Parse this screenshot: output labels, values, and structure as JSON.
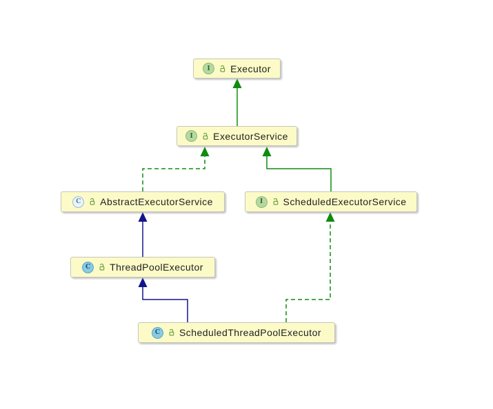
{
  "diagram": {
    "kind": "uml-class-diagram",
    "subject": "java.util.concurrent Executor hierarchy"
  },
  "colors": {
    "interface_edge": "#0f8c0f",
    "class_edge": "#14148c",
    "node_fill": "#fcfbc8",
    "node_border": "#c6c6ba",
    "interface_icon": "#b5d9a2",
    "class_icon": "#8acbe4",
    "lock_icon": "#6fa243"
  },
  "nodes": [
    {
      "id": "executor",
      "label": "Executor",
      "kind": "interface",
      "icon_letter": "I",
      "visibility": "public"
    },
    {
      "id": "executor-service",
      "label": "ExecutorService",
      "kind": "interface",
      "icon_letter": "I",
      "visibility": "public"
    },
    {
      "id": "abstract-executor-service",
      "label": "AbstractExecutorService",
      "kind": "abstract-class",
      "icon_letter": "C",
      "visibility": "public"
    },
    {
      "id": "scheduled-executor-service",
      "label": "ScheduledExecutorService",
      "kind": "interface",
      "icon_letter": "I",
      "visibility": "public"
    },
    {
      "id": "thread-pool-executor",
      "label": "ThreadPoolExecutor",
      "kind": "class",
      "icon_letter": "C",
      "visibility": "public"
    },
    {
      "id": "scheduled-thread-pool-executor",
      "label": "ScheduledThreadPoolExecutor",
      "kind": "class",
      "icon_letter": "C",
      "visibility": "public"
    }
  ],
  "edges": [
    {
      "from": "ExecutorService",
      "to": "Executor",
      "relation": "extends",
      "line": "solid",
      "color": "#0f8c0f"
    },
    {
      "from": "AbstractExecutorService",
      "to": "ExecutorService",
      "relation": "implements",
      "line": "dashed",
      "color": "#0f8c0f"
    },
    {
      "from": "ScheduledExecutorService",
      "to": "ExecutorService",
      "relation": "extends",
      "line": "solid",
      "color": "#0f8c0f"
    },
    {
      "from": "ThreadPoolExecutor",
      "to": "AbstractExecutorService",
      "relation": "extends",
      "line": "solid",
      "color": "#14148c"
    },
    {
      "from": "ScheduledThreadPoolExecutor",
      "to": "ThreadPoolExecutor",
      "relation": "extends",
      "line": "solid",
      "color": "#14148c"
    },
    {
      "from": "ScheduledThreadPoolExecutor",
      "to": "ScheduledExecutorService",
      "relation": "implements",
      "line": "dashed",
      "color": "#0f8c0f"
    }
  ]
}
